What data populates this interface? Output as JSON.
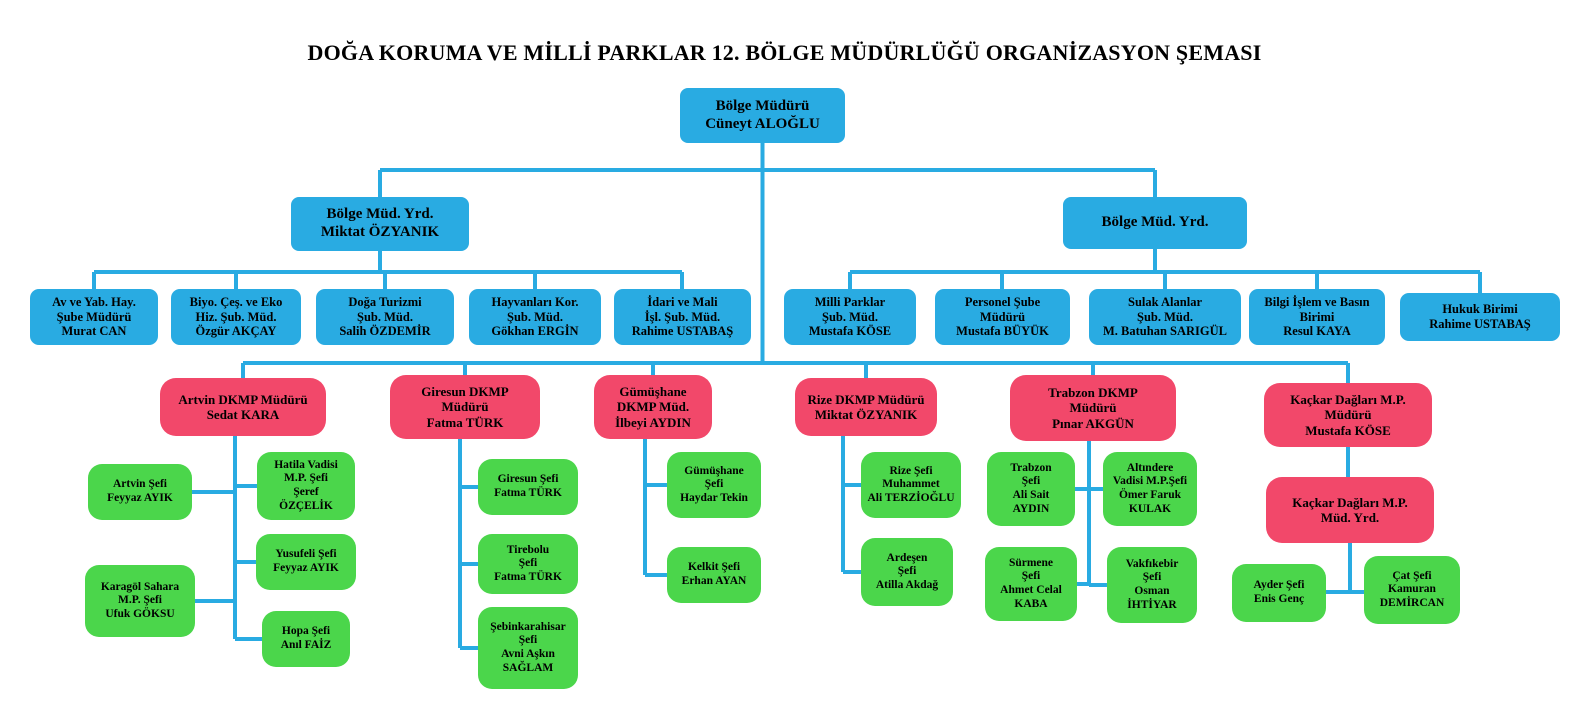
{
  "title": "DOĞA KORUMA VE MİLLİ PARKLAR 12. BÖLGE MÜDÜRLÜĞÜ ORGANİZASYON ŞEMASI",
  "colors": {
    "box_blue": "#29abe2",
    "box_red": "#f2486a",
    "box_green": "#4bd64b",
    "line": "#29abe2",
    "text": "#000000",
    "background": "#ffffff"
  },
  "nodes": {
    "bolge_muduru": "Bölge Müdürü\nCüneyt ALOĞLU",
    "yrd_sol": "Bölge Müd. Yrd.\nMiktat ÖZYANIK",
    "yrd_sag": "Bölge Müd. Yrd.",
    "av_yab": "Av ve Yab. Hay.\nŞube Müdürü\nMurat CAN",
    "biyo": "Biyo. Çeş. ve Eko\nHiz. Şub. Müd.\nÖzgür AKÇAY",
    "doga_turizmi": "Doğa Turizmi\nŞub. Müd.\nSalih ÖZDEMİR",
    "hayvanlari": "Hayvanları Kor.\nŞub. Müd.\nGökhan ERGİN",
    "idari_mali": "İdari ve Mali\nİşl. Şub. Müd.\nRahime USTABAŞ",
    "milli_parklar": "Milli Parklar\nŞub. Müd.\nMustafa KÖSE",
    "personel": "Personel Şube\nMüdürü\nMustafa BÜYÜK",
    "sulak": "Sulak Alanlar\nŞub. Müd.\nM. Batuhan SARIGÜL",
    "bilgi_islem": "Bilgi İşlem ve Basın\nBirimi\nResul KAYA",
    "hukuk": "Hukuk Birimi\nRahime USTABAŞ",
    "artvin": "Artvin DKMP Müdürü\nSedat KARA",
    "giresun": "Giresun DKMP\nMüdürü\nFatma TÜRK",
    "gumushane": "Gümüşhane\nDKMP Müd.\nİlbeyi AYDIN",
    "rize": "Rize DKMP Müdürü\nMiktat ÖZYANIK",
    "trabzon": "Trabzon DKMP\nMüdürü\nPınar AKGÜN",
    "kackar": "Kaçkar Dağları M.P.\nMüdürü\nMustafa KÖSE",
    "kackar_yrd": "Kaçkar Dağları M.P.\nMüd. Yrd.",
    "artvin_sefi": "Artvin Şefi\nFeyyaz AYIK",
    "karagol": "Karagöl Sahara\nM.P. Şefi\nUfuk GÖKSU",
    "hatila": "Hatila Vadisi\nM.P. Şefi\nŞeref\nÖZÇELİK",
    "yusufeli": "Yusufeli Şefi\nFeyyaz AYIK",
    "hopa": "Hopa Şefi\nAnıl FAİZ",
    "giresun_sefi": "Giresun Şefi\nFatma TÜRK",
    "tirebolu": "Tirebolu\nŞefi\nFatma TÜRK",
    "sebinkarahisar": "Şebinkarahisar\nŞefi\nAvni Aşkın\nSAĞLAM",
    "gumushane_sefi": "Gümüşhane\nŞefi\nHaydar Tekin",
    "kelkit": "Kelkit Şefi\nErhan AYAN",
    "rize_sefi": "Rize Şefi\nMuhammet\nAli TERZİOĞLU",
    "ardesen": "Ardeşen\nŞefi\nAtilla Akdağ",
    "trabzon_sefi": "Trabzon\nŞefi\nAli Sait\nAYDIN",
    "surmene": "Sürmene\nŞefi\nAhmet Celal\nKABA",
    "altindere": "Altındere\nVadisi M.P.Şefi\nÖmer Faruk\nKULAK",
    "vakfikebir": "Vakfıkebir\nŞefi\nOsman\nİHTİYAR",
    "ayder": "Ayder Şefi\nEnis Genç",
    "cat": "Çat Şefi\nKamuran\nDEMİRCAN"
  }
}
